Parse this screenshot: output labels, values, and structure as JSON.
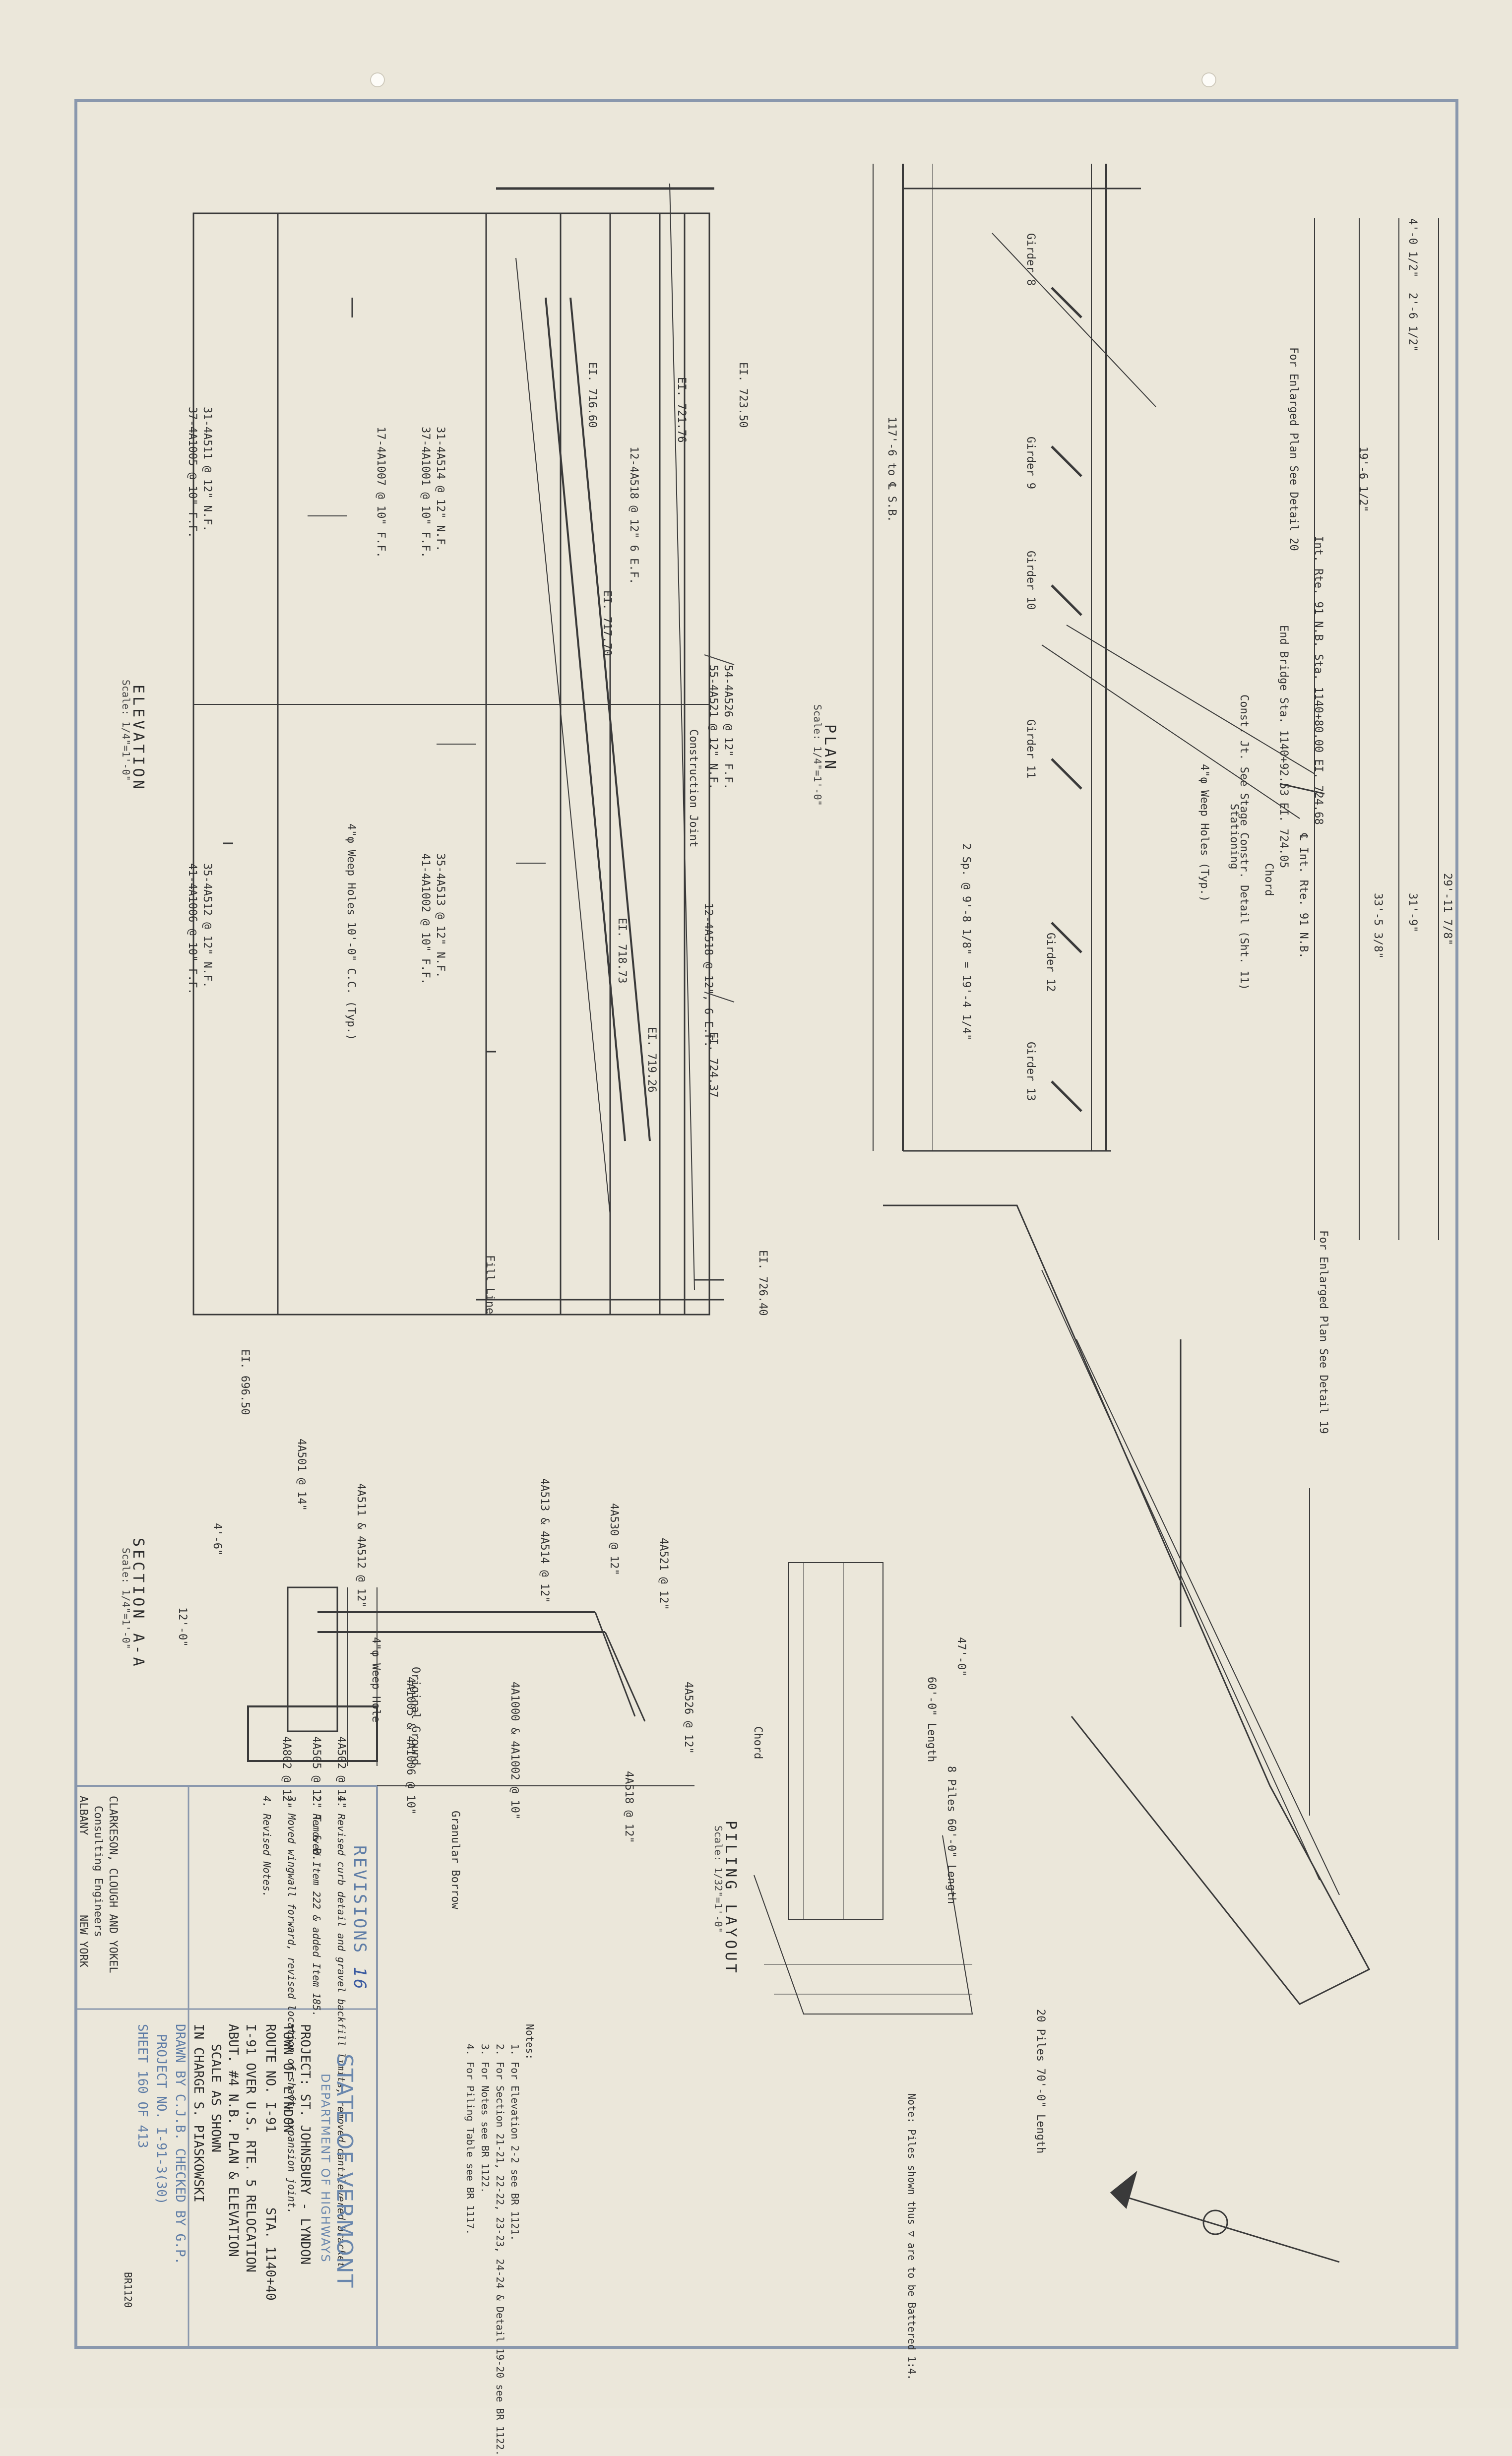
{
  "views": {
    "elevation": {
      "title": "ELEVATION",
      "scale": "Scale: 1/4\"=1'-0\""
    },
    "plan": {
      "title": "PLAN",
      "scale": "Scale: 1/4\"=1'-0\""
    },
    "section_aa": {
      "title": "SECTION A-A",
      "scale": "Scale: 1/4\"=1'-0\""
    },
    "piling": {
      "title": "PILING LAYOUT",
      "scale": "Scale: 1/32\"=1'-0\""
    }
  },
  "elevation_labels": [
    "EI. 723.50",
    "EI. 721.76",
    "EI. 716.60",
    "EI. 717.70",
    "EI. 718.73",
    "EI. 719.26",
    "EI. 724.37",
    "EI. 726.40",
    "EI. 696.50",
    "31-4A511 @ 12\" N.F.",
    "37-4A1005 @ 10\" F.F.",
    "35-4A512 @ 12\" N.F.",
    "41-4A1006 @ 10\" F.F.",
    "31-4A514 @ 12\" N.F.",
    "37-4A1001 @ 10\" F.F.",
    "17-4A1007 @ 10\" F.F.",
    "35-4A513 @ 12\" N.F.",
    "41-4A1002 @ 10\" F.F.",
    "12-4A518 @ 12\" 6 E.F.",
    "55-4A521 @ 12\" N.F.",
    "54-4A526 @ 12\" F.F.",
    "12-4A518 @ 12\", 6 E.F.",
    "4\"φ Weep Holes 10'-0\" C.C. (Typ.)",
    "Construction Joint",
    "Fill Line"
  ],
  "plan_labels": [
    "Girder 8",
    "Girder 9",
    "Girder 10",
    "Girder 11",
    "Girder 12",
    "Girder 13",
    "For Enlarged Plan See Detail 20",
    "For Enlarged Plan See Detail 19",
    "Int. Rte. 91 N.B. Sta. 1140+80.00 EI. 724.68",
    "End Bridge Sta. 1140+92.53 EI. 724.05",
    "Const. Jt. See Stage Constr. Detail (Sht. 11)",
    "4\"φ Weep Holes (Typ.)",
    "Stationing",
    "Chord",
    "℄ Int. Rte. 91 N.B.",
    "2 Sp. @ 9'-8 1/8\" = 19'-4 1/4\"",
    "117'-6 to ℄ S.B.",
    "19'-6 1/2\"",
    "29'-11 7/8\"",
    "31'-9\"",
    "33'-5 3/8\"",
    "4'-0 1/2\"",
    "2'-6 1/2\""
  ],
  "section_labels": [
    "4A501 @ 14\"",
    "4A511 & 4A512 @ 12\"",
    "4A513 & 4A514 @ 12\"",
    "4A530 @ 12\"",
    "4A521 @ 12\"",
    "4A1005 & 4A1006 @ 10\"",
    "4A1000 & 4A1002 @ 10\"",
    "4A526 @ 12\"",
    "4A518 @ 12\"",
    "4\"φ Weep Hole",
    "Original Ground",
    "Granular Borrow",
    "4A502 @ 14\"",
    "4A505 @ 12\" T. & B.",
    "4A802 @ 12\"",
    "12'-0\"",
    "4'-6\""
  ],
  "piling_labels": [
    "60'-0\" Length",
    "8 Piles 60'-0\" Length",
    "20 Piles 70'-0\" Length",
    "Chord",
    "47'-0\""
  ],
  "piling_note": "Note: Piles shown thus ▽ are to be Battered 1:4.",
  "notes": {
    "heading": "Notes:",
    "items": [
      "1. For Elevation 2-2 see BR 1121.",
      "2. For Section 21-21, 22-22, 23-23, 24-24 & Detail 19-20 see BR 1122.",
      "3. For Notes see BR 1122.",
      "4. For Piling Table see BR 1117."
    ]
  },
  "revisions": {
    "title": "REVISIONS",
    "number": "16",
    "items": [
      "1. Revised curb detail and gravel backfill limits, removed cantilevered bracket.",
      "2. Removed Item 222 & added Item 185.",
      "3. Moved wingwall forward, revised location of shaft, expansion joint.",
      "4. Revised Notes."
    ]
  },
  "firm": {
    "name": "CLARKESON, CLOUGH AND YOKEL",
    "role": "Consulting Engineers",
    "city": "ALBANY",
    "state": "NEW YORK"
  },
  "title_block": {
    "state": "STATE OF VERMONT",
    "department": "DEPARTMENT OF HIGHWAYS",
    "project": "PROJECT: ST. JOHNSBURY - LYNDON",
    "town": "TOWN OF  LYNDON",
    "route": "ROUTE NO.  I-91",
    "station": "STA. 1140+40",
    "title1": "I-91 OVER U.S. RTE. 5 RELOCATION",
    "title2": "ABUT. #4 N.B. PLAN & ELEVATION",
    "scale": "SCALE  AS SHOWN",
    "in_charge": "IN CHARGE  S. PIASKOWSKI",
    "drawn": "DRAWN BY C.J.B.   CHECKED BY  G.P.",
    "project_no": "PROJECT NO. I-91-3(30)",
    "sheet": "SHEET 160 OF 413",
    "drawing_no": "BR1120"
  }
}
